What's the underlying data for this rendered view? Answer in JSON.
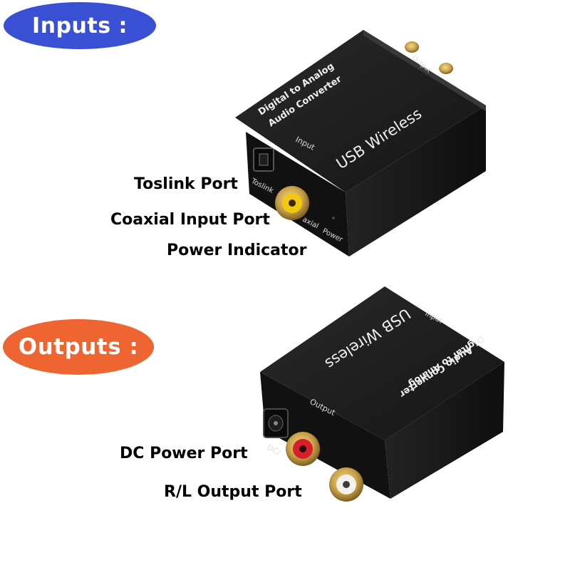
{
  "colors": {
    "inputs_pill": "#3a50d4",
    "outputs_pill": "#ee6531",
    "device_body": "#1c1c1c",
    "gold_jack": "#c9a24a",
    "coax_yellow": "#f2c811",
    "red_jack": "#d81e2a",
    "white_jack": "#f4f1ea"
  },
  "badges": {
    "inputs": "Inputs :",
    "outputs": "Outputs :"
  },
  "callouts": {
    "toslink": "Toslink Port",
    "coaxial": "Coaxial Input Port",
    "power_indicator": "Power Indicator",
    "dc_power": "DC Power Port",
    "rl_output": "R/L Output Port"
  },
  "device_top": {
    "product_line1": "Digital to Analog",
    "product_line2": "Audio Converter",
    "brand": "USB Wireless",
    "label_input": "Input",
    "label_output": "Output",
    "label_toslink": "Toslink",
    "label_coaxial": "axial",
    "label_power": "Power"
  },
  "device_bottom": {
    "product_line1": "Digital to Analog",
    "product_line2": "Audio Converter",
    "brand": "USB Wireless",
    "label_input": "Input",
    "label_output": "Output",
    "label_dc": "DC/"
  }
}
